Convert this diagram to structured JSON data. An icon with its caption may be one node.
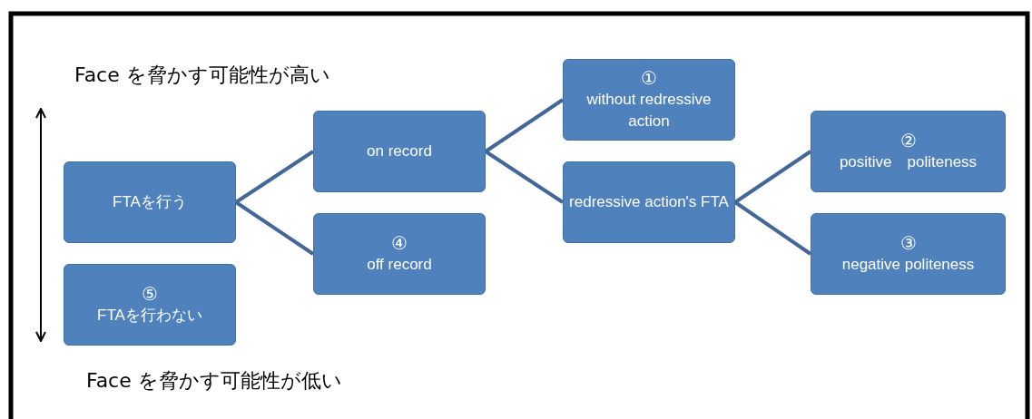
{
  "diagram": {
    "nodes": [
      {
        "text": [
          "FTAを行う"
        ]
      },
      {
        "text": [
          "⑤",
          "FTAを行わない"
        ]
      },
      {
        "text": [
          "on record"
        ]
      },
      {
        "text": [
          "④",
          "off record"
        ]
      },
      {
        "text": [
          "①",
          "without redressive action"
        ]
      },
      {
        "text": [
          "redressive action's FTA"
        ]
      },
      {
        "text": [
          "②",
          "positive　politeness"
        ]
      },
      {
        "text": [
          "③",
          "negative politeness"
        ]
      }
    ],
    "edges": [
      {
        "from": 0,
        "to": 2,
        "arrow": "none"
      },
      {
        "from": 0,
        "to": 3,
        "arrow": "none"
      },
      {
        "from": 2,
        "to": 4,
        "arrow": "none"
      },
      {
        "from": 2,
        "to": 5,
        "arrow": "none"
      },
      {
        "from": 5,
        "to": 6,
        "arrow": "none"
      },
      {
        "from": 5,
        "to": 7,
        "arrow": "none"
      }
    ],
    "labels": [
      "Face を脅かす可能性が高い",
      "Face を脅かす可能性が低い"
    ]
  }
}
